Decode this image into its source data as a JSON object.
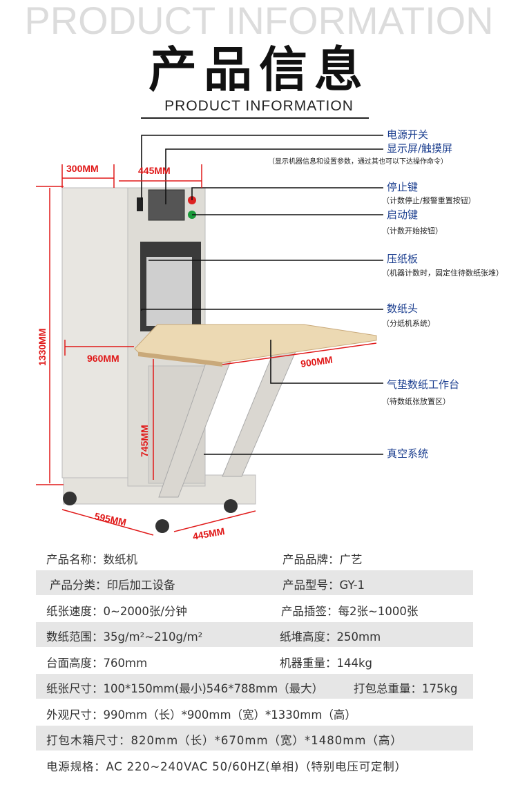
{
  "header": {
    "watermark": "PRODUCT INFORMATION",
    "title": "产品信息",
    "subtitle": "PRODUCT INFORMATION"
  },
  "dimensions": {
    "top_depth": "300MM",
    "panel_width": "445MM",
    "height": "1330MM",
    "table_width": "960MM",
    "table_depth": "900MM",
    "table_height": "745MM",
    "base_depth": "595MM",
    "base_width": "445MM"
  },
  "callouts": [
    {
      "label": "电源开关"
    },
    {
      "label": "显示屏/触摸屏",
      "note": "（显示机器信息和设置参数，通过其也可以下达操作命令）"
    },
    {
      "label": "停止键",
      "note": "（计数停止/报警重置按钮）"
    },
    {
      "label": "启动键",
      "note": "（计数开始按钮）"
    },
    {
      "label": "压纸板",
      "note": "（机器计数时，固定住待数纸张堆）"
    },
    {
      "label": "数纸头",
      "note": "（分纸机系统）"
    },
    {
      "label": "气垫数纸工作台",
      "note": "（待数纸张放置区）"
    },
    {
      "label": "真空系统"
    }
  ],
  "specs": [
    [
      "产品名称：数纸机",
      "产品品牌：广艺"
    ],
    [
      "产品分类：印后加工设备",
      "产品型号：GY-1"
    ],
    [
      "纸张速度：0~2000张/分钟",
      "产品插签：每2张~1000张"
    ],
    [
      "数纸范围：35g/m²~210g/m²",
      "纸堆高度：250mm"
    ],
    [
      "台面高度：760mm",
      "机器重量：144kg"
    ],
    [
      "纸张尺寸：100*150mm(最小)546*788mm（最大）",
      "打包总重量：175kg"
    ],
    [
      "外观尺寸：990mm（长）*900mm（宽）*1330mm（高）"
    ],
    [
      "打包木箱尺寸：820mm（长）*670mm（宽）*1480mm（高）"
    ],
    [
      "电源规格：AC 220~240VAC  50/60HZ(单相)（特别电压可定制）"
    ]
  ],
  "colors": {
    "dimension": "#e01818",
    "callout": "#1b3e8f",
    "stripe": "#e6e6e6"
  }
}
